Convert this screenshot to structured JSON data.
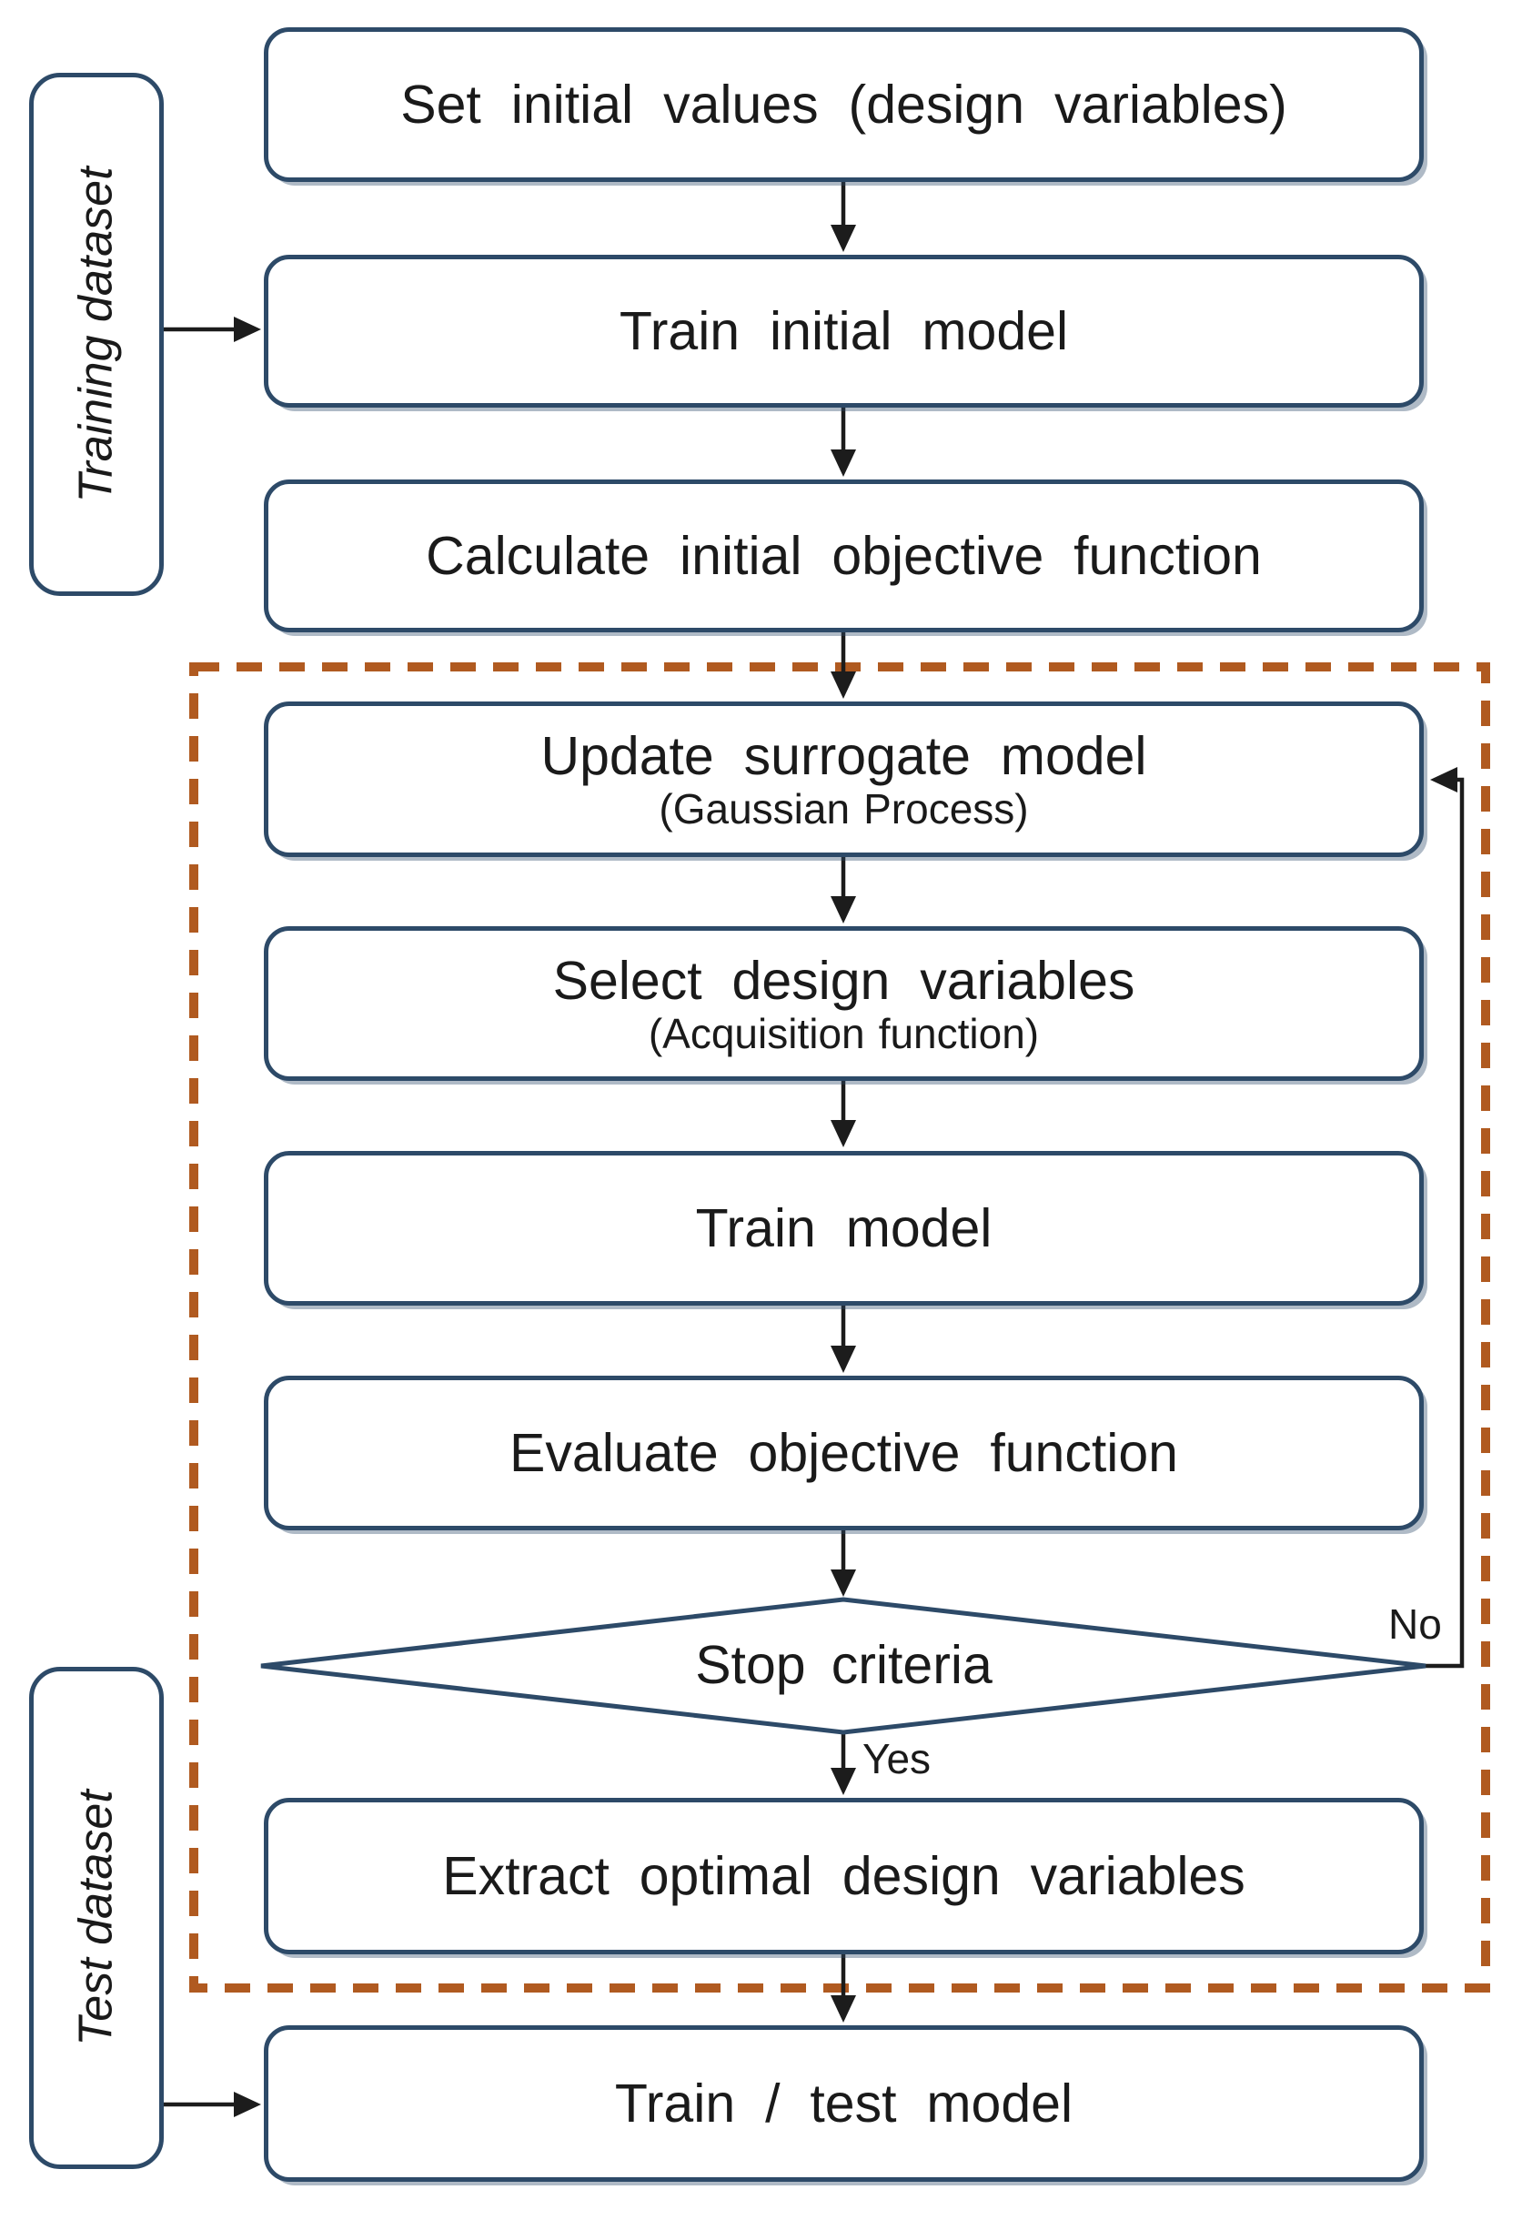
{
  "colors": {
    "box_border": "#2d4a68",
    "loop_border": "#b05a20",
    "arrow": "#1c1c1c",
    "text": "#1a1a1a",
    "background": "#ffffff"
  },
  "side_labels": {
    "training": "Training dataset",
    "test": "Test dataset"
  },
  "flow": {
    "steps": [
      {
        "label": "Set initial values (design variables)"
      },
      {
        "label": "Train initial model"
      },
      {
        "label": "Calculate initial objective function"
      },
      {
        "label": "Update surrogate model",
        "sub": "(Gaussian Process)"
      },
      {
        "label": "Select design variables",
        "sub": "(Acquisition function)"
      },
      {
        "label": "Train model"
      },
      {
        "label": "Evaluate objective function"
      },
      {
        "label": "Extract optimal design variables"
      },
      {
        "label": "Train / test model"
      }
    ],
    "decision": {
      "label": "Stop criteria",
      "yes_label": "Yes",
      "no_label": "No"
    }
  }
}
